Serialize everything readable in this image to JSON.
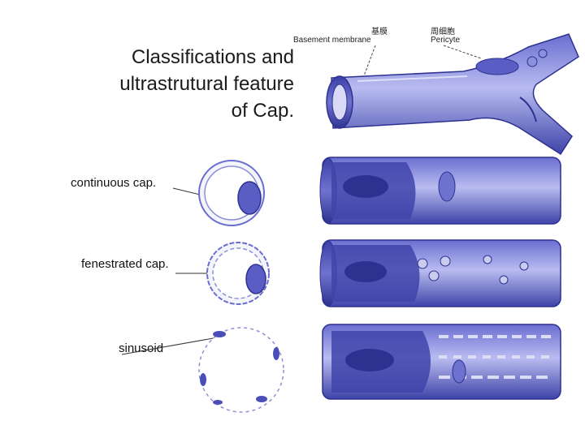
{
  "title": {
    "line1": "Classifications    and",
    "line2": "ultrastrutural  feature",
    "line3": "of Cap."
  },
  "labels": {
    "continuous": "continuous  cap.",
    "fenestrated": "fenestrated cap.",
    "sinusoid": "sinusoid"
  },
  "legend": {
    "basement_cn": "基膜",
    "basement_en": "Basement  membrane",
    "pericyte_cn": "周细胞",
    "pericyte_en": "Pericyte"
  },
  "colors": {
    "vessel_blue": "#4a4fb8",
    "vessel_light": "#8c8fd8",
    "vessel_pale": "#c9cbef",
    "line": "#333333"
  }
}
